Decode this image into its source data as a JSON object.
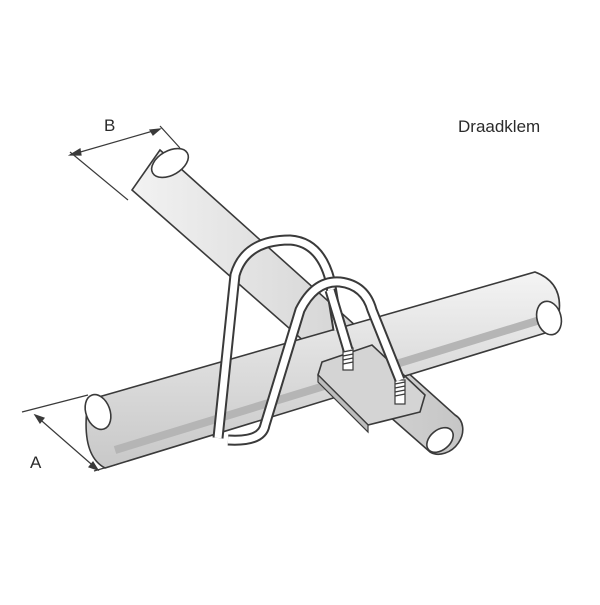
{
  "title": "Draadklem",
  "dimensions": {
    "a_label": "A",
    "b_label": "B"
  },
  "colors": {
    "outline": "#3a3a3a",
    "pipe_fill": "#dcdcdc",
    "pipe_highlight": "#f2f2f2",
    "plate_fill": "#cfcfcf",
    "background": "#ffffff"
  }
}
